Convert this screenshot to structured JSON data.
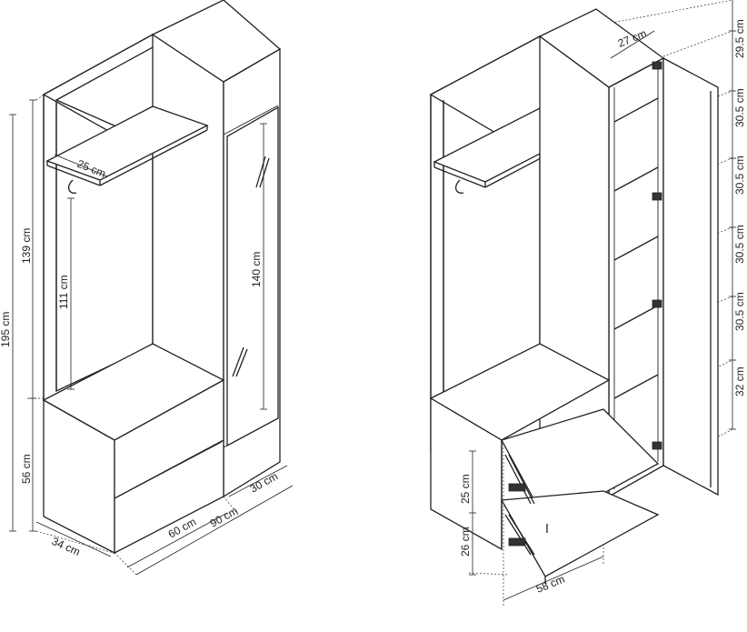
{
  "left_view": {
    "total_height": "195 cm",
    "upper_height": "139 cm",
    "lower_height": "56 cm",
    "hanger_height": "111 cm",
    "shelf_depth": "25 cm",
    "door_height": "140 cm",
    "depth": "34 cm",
    "bench_width": "60 cm",
    "total_width": "90 cm",
    "column_width": "30 cm"
  },
  "right_view": {
    "column_depth": "27 cm",
    "compartments": [
      "29.5 cm",
      "30.5 cm",
      "30.5 cm",
      "30.5 cm",
      "30.5 cm",
      "32 cm"
    ],
    "drawer_upper": "25 cm",
    "drawer_lower": "26 cm",
    "drawer_width": "58 cm"
  }
}
